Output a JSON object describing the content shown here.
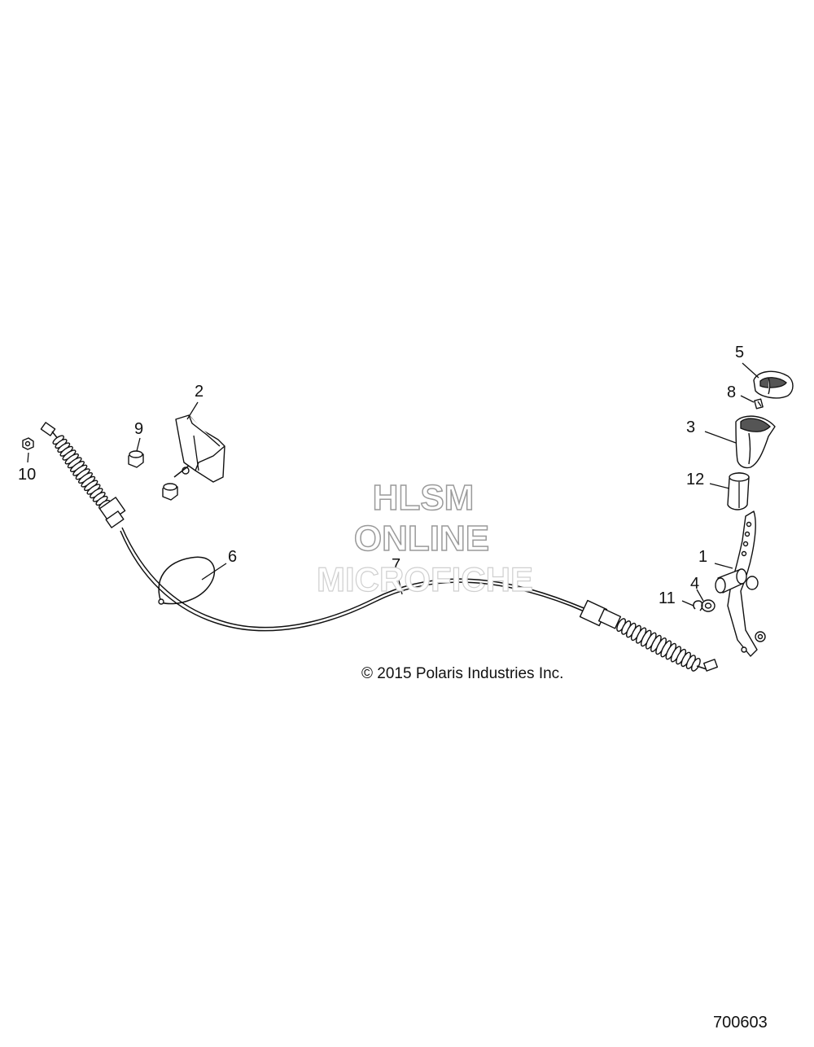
{
  "watermark": {
    "line1": "HLSM",
    "line2": "ONLINE",
    "line3": "MICROFICHE"
  },
  "copyright": "© 2015 Polaris Industries Inc.",
  "diagram_id": "700603",
  "callouts": {
    "c1": "1",
    "c2": "2",
    "c3": "3",
    "c4": "4",
    "c5": "5",
    "c6": "6",
    "c7": "7",
    "c8": "8",
    "c9": "9",
    "c10": "10",
    "c11": "11",
    "c12": "12"
  }
}
